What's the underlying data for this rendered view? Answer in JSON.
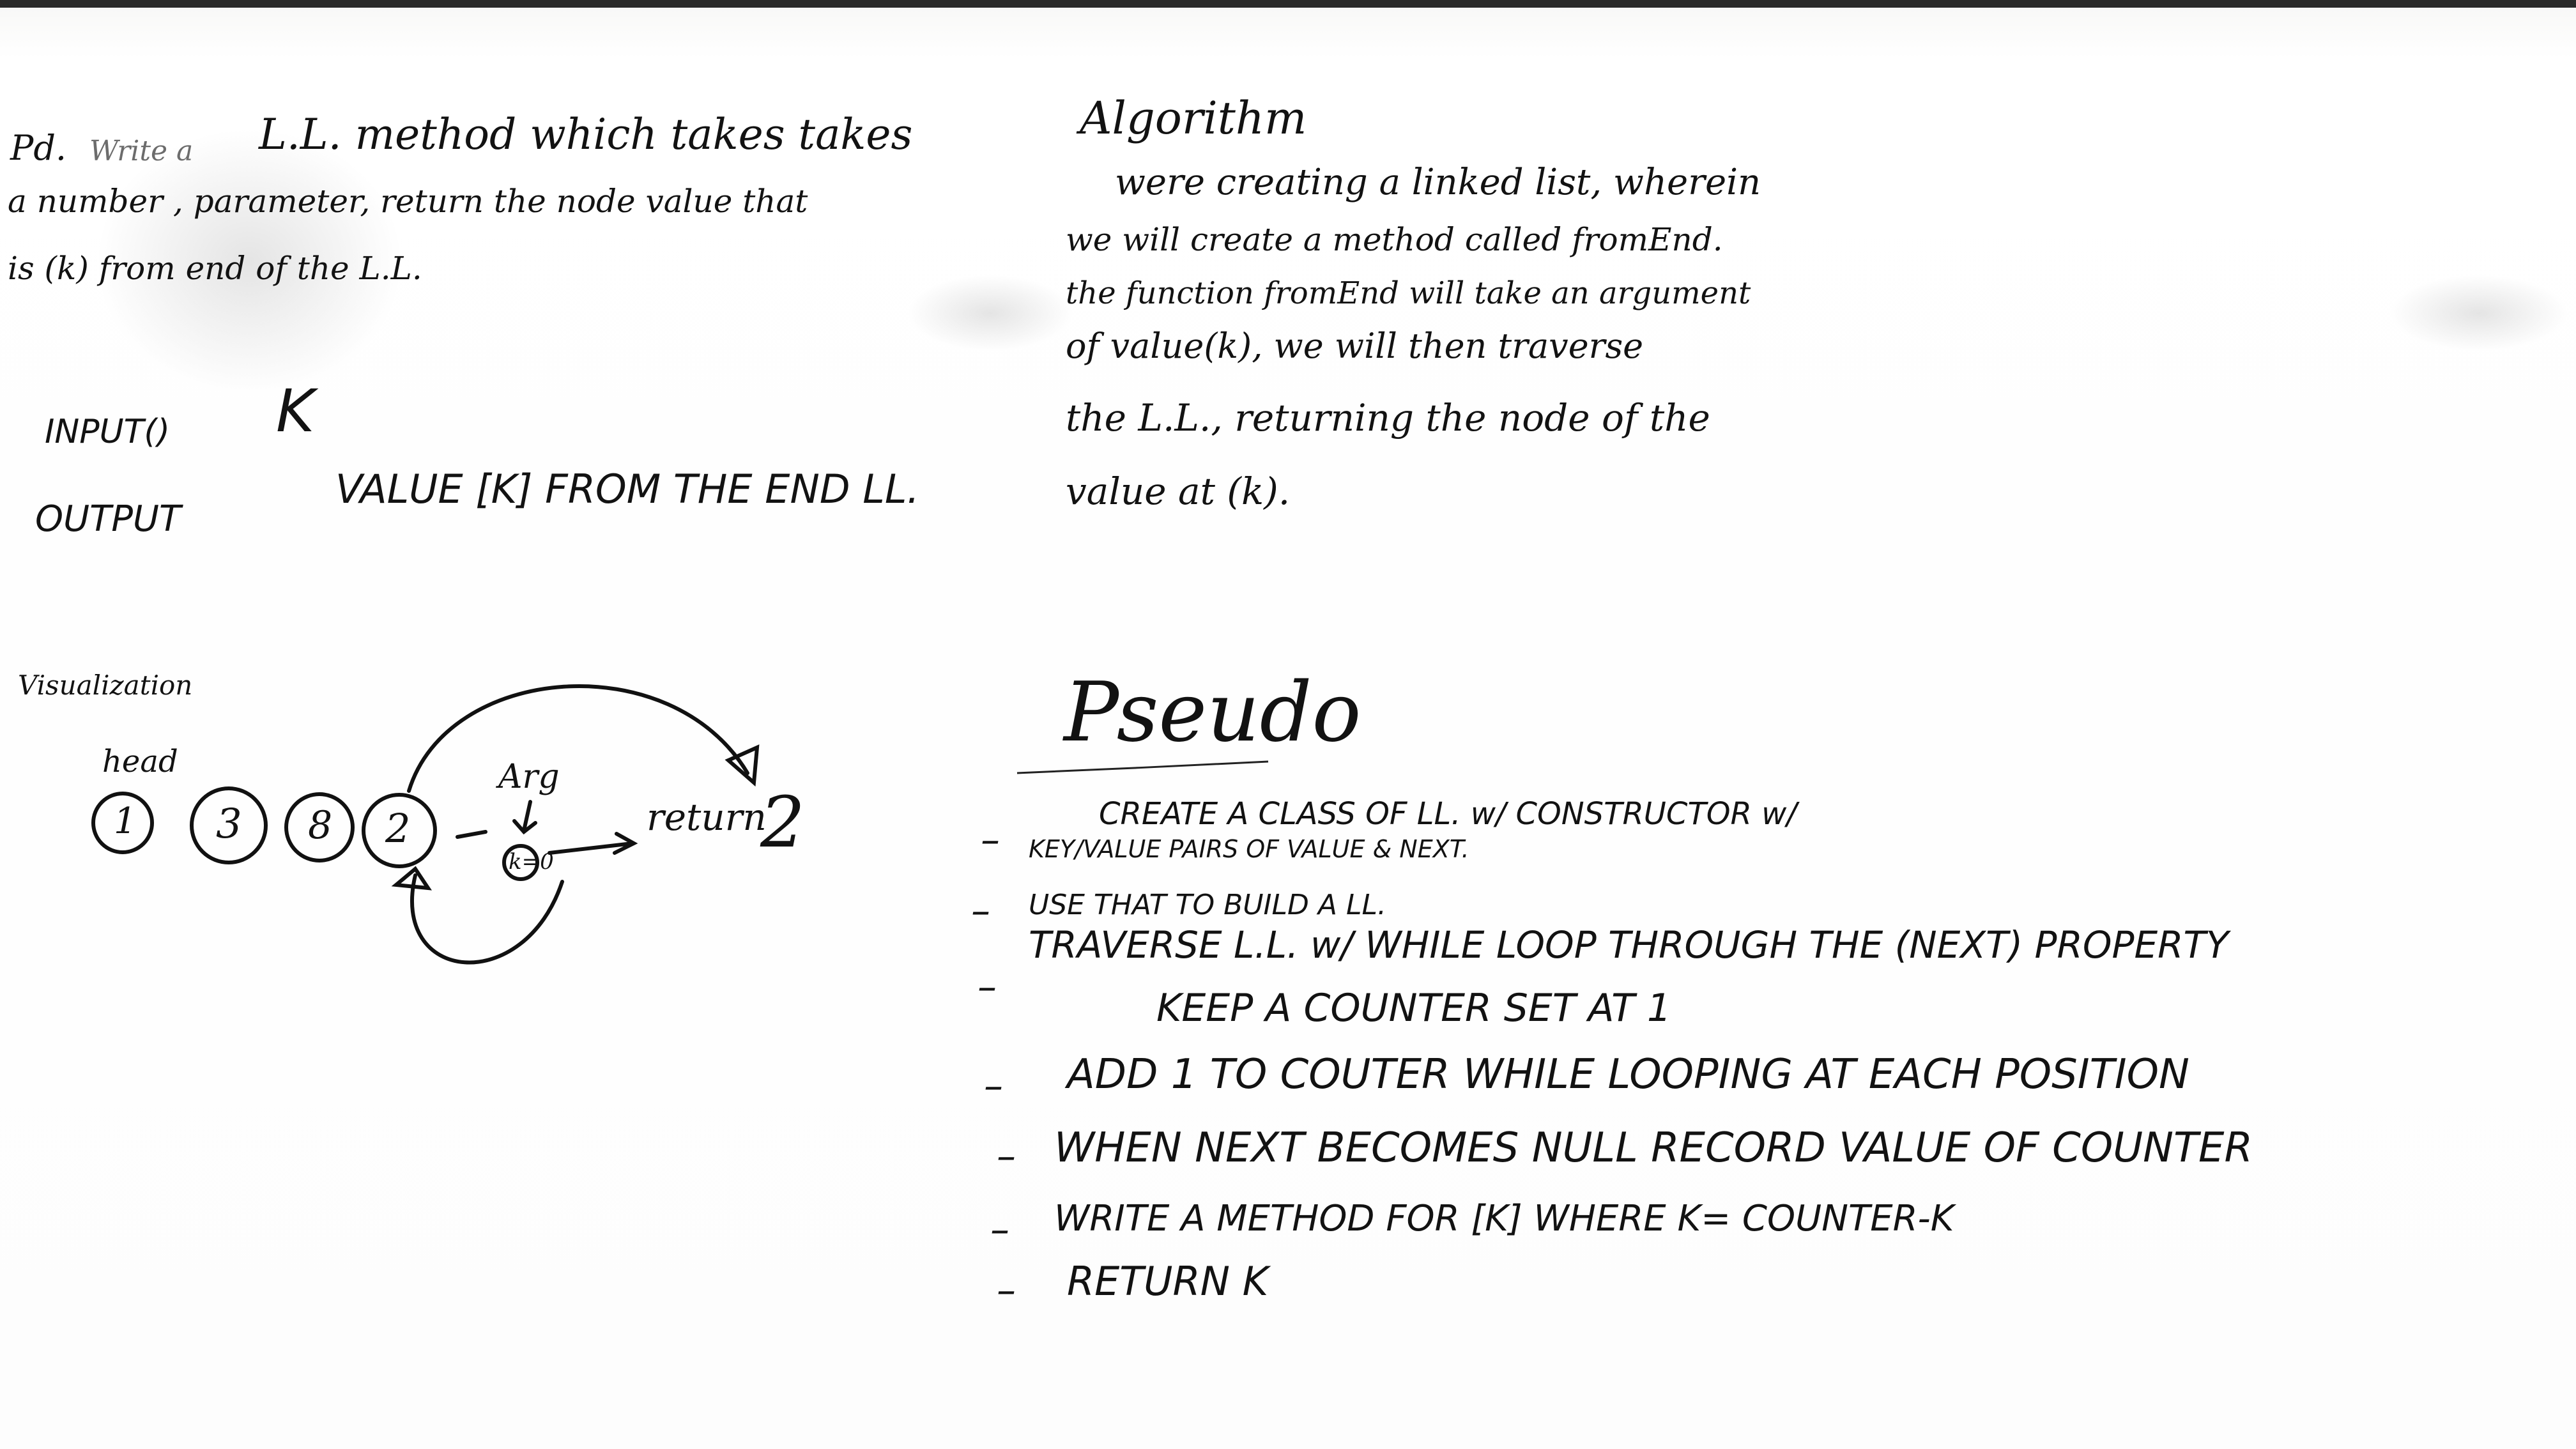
{
  "problem": {
    "label": "Pd.",
    "line1_a": "Write a",
    "line1_b": "L.L. method which takes takes",
    "line2": "a number , parameter, return the node value that",
    "line3": "is (k) from end of the L.L.",
    "input_label": "INPUT()",
    "input_value": "K",
    "output_label": "OUTPUT",
    "output_value": "VALUE [K] FROM THE END LL."
  },
  "algorithm": {
    "heading": "Algorithm",
    "lines": [
      "were creating a linked list, wherein",
      "we will create a method called fromEnd.",
      "the function fromEnd will take an argument",
      "of value(k), we will then traverse",
      "the L.L., returning the node of the",
      "value at (k)."
    ]
  },
  "visualization": {
    "heading": "Visualization",
    "head_label": "head",
    "nodes": [
      "1",
      "3",
      "8",
      "2"
    ],
    "arg_label": "Arg",
    "k_label": "k=0",
    "return_label": "return",
    "return_value": "2"
  },
  "pseudo": {
    "heading": "Pseudo",
    "lines": [
      {
        "bullet": "–",
        "text": "CREATE A CLASS OF LL. w/ CONSTRUCTOR w/"
      },
      {
        "bullet": "",
        "text": "KEY/VALUE PAIRS OF VALUE & NEXT."
      },
      {
        "bullet": "–",
        "text": "USE THAT TO BUILD A LL."
      },
      {
        "bullet": "–",
        "text": "TRAVERSE L.L. w/ WHILE LOOP THROUGH THE (NEXT) PROPERTY"
      },
      {
        "bullet": "",
        "text": "KEEP A COUNTER SET AT 1"
      },
      {
        "bullet": "–",
        "text": "ADD 1 TO COUTER WHILE LOOPING AT EACH POSITION"
      },
      {
        "bullet": "–",
        "text": "WHEN NEXT BECOMES NULL RECORD VALUE OF COUNTER"
      },
      {
        "bullet": "–",
        "text": "WRITE A METHOD FOR [K] WHERE K= COUNTER-K"
      },
      {
        "bullet": "–",
        "text": "RETURN K"
      }
    ]
  }
}
